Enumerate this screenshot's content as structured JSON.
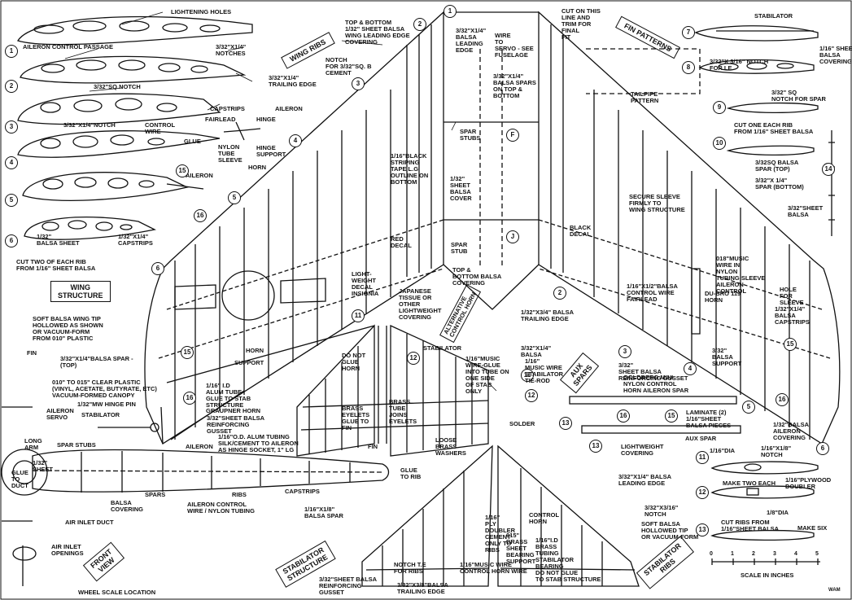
{
  "callouts": {
    "lightening_holes": "LIGHTENING HOLES",
    "aileron_control_passage": "AILERON CONTROL PASSAGE",
    "notches_3_32_1_4": "3/32\"X1/4\"\nNOTCHES",
    "trailing_edge_3_32_1_4": "3/32\"X1/4\"\nTRAILING EDGE",
    "sq_notch": "3/32\"SQ NOTCH",
    "capstrips": "CAPSTRIPS",
    "aileron_1": "AILERON",
    "hinge": "HINGE",
    "notch_3_32_1_4": "3/32\"X1/4\"NOTCH",
    "control_wire": "CONTROL\nWIRE",
    "fairlead": "FAIRLEAD",
    "glue": "GLUE",
    "hinge_support": "HINGE\nSUPPORT",
    "nylon_tube_sleeve": "NYLON\nTUBE\nSLEEVE",
    "horn_1": "HORN",
    "aileron_2": "AILERON",
    "balsa_sheet_1_32": "1/32\"\nBALSA SHEET",
    "capstrips_1_32": "1/32\"X1/4\"\nCAPSTRIPS",
    "cut_two": "CUT TWO OF EACH RIB\nFROM 1/16\" SHEET BALSA",
    "soft_balsa_tip": "SOFT BALSA WING TIP\nHOLLOWED AS SHOWN\nOR VACUUM-FORM\nFROM 010\" PLASTIC",
    "fin_left": "FIN",
    "spar_top": "3/32\"X1/4\"BALSA SPAR -\n(TOP)",
    "clear_plastic": "010\" TO 015\" CLEAR PLASTIC\n(VINYL, ACETATE, BUTYRATE, ETC)\nVACUUM-FORMED CANOPY",
    "hinge_pin": "1/32\"MW HINGE PIN",
    "aileron_servo": "AILERON\nSERVO",
    "stabilator_left": "STABILATOR",
    "long_arm": "LONG\nARM",
    "aileron_3": "AILERON",
    "spar_stubs_left": "SPAR STUBS",
    "sheet_1_32": "1/32\"\nSHEET",
    "glue_to_duct": "GLUE\nTO\nDUCT",
    "balsa_covering": "BALSA\nCOVERING",
    "spars": "SPARS",
    "ribs": "RIBS",
    "capstrips_2": "CAPSTRIPS",
    "aileron_control_wire": "AILERON CONTROL\nWIRE / NYLON TUBING",
    "air_inlet_duct": "AIR INLET DUCT",
    "air_inlet_openings": "AIR INLET\nOPENINGS",
    "wheel_scale": "WHEEL SCALE LOCATION",
    "notch_sq_b": "NOTCH\nFOR 3/32\"SQ. B\nCEMENT",
    "top_bottom_sheet": "TOP & BOTTOM\n1/32\" SHEET BALSA\nWING LEADING EDGE\nCOVERING",
    "balsa_leading_edge": "3/32\"X1/4\"\nBALSA\nLEADING\nEDGE",
    "spar_stubs_center": "SPAR\nSTUBS",
    "striping_tape": "1/16\"BLACK\nSTRIPING\nTAPE L.G\nOUTLINE ON\nBOTTOM",
    "sheet_balsa_cover": "1/32\"\nSHEET\nBALSA\nCOVER",
    "red_decal": "RED\nDECAL",
    "spar_stub": "SPAR\nSTUB",
    "top_bottom_cover": "TOP & \nBOTTOM BALSA\nCOVERING",
    "light_weight_decal": "LIGHT-\nWEIGHT\nDECAL\nINSIGNIA",
    "japanese_tissue": "JAPANESE\nTISSUE OR\nOTHER\nLIGHTWEIGHT\nCOVERING",
    "alt_control_horn": "ALTERNATIVE\nCONTROL HORN",
    "horn_2": "HORN",
    "support": "SUPPORT",
    "wire_to_servo": "WIRE\nTO\nSERVO - SEE\nFUSELAGE",
    "balsa_spars": "3/32\"X1/4\"\nBALSA SPARS\nON TOP &\nBOTTOM",
    "black_decal": "BLACK\nDECAL",
    "cut_on_line": "CUT ON THIS\nLINE AND\nTRIM FOR\nFINAL\nFIT",
    "tailpipe_pattern": "TAILPIPE\nPATTERN",
    "secure_sleeve": "SECURE SLEEVE\nFIRMLY TO\nWING STRUCTURE",
    "music_wire_sleeve": "018\"MUSIC\nWIRE IN\nNYLON\nTUBING SLEEVE\nAILERON\nCONTROL",
    "control_wire_fairlead": "1/16\"X1/2\"BALSA\nCONTROL WIRE\nFAIRLEAD",
    "du_bro_horn": "DU-BRO 119\nHORN",
    "hole_for_sleeve": "HOLE\nFOR\nSLEEVE",
    "balsa_capstrips": "1/32\"X1/4\"\nBALSA\nCAPSTRIPS",
    "trailing_edge_1_32": "1/32\"X3/4\" BALSA\nTRAILING EDGE",
    "reinforcing_gusset_wing": "3/32\"\nSHEET BALSA\nREINFORCING GUSSET",
    "balsa_support": "3/32\"\nBALSA\nSUPPORT",
    "stabilator_top": "STABILATOR",
    "sheet_balsa_covering": "1/16\" SHEET\nBALSA\nCOVERING",
    "notch_for_le": "3/32\"X 3/16\" NOTCH\nFOR LE",
    "notch_for_spar": "3/32\" SQ\nNOTCH FOR SPAR",
    "cut_one_each": "CUT ONE EACH RIB\nFROM 1/16\" SHEET BALSA",
    "spar_top_sq": "3/32SQ BALSA\nSPAR (TOP)",
    "spar_bottom": "3/32\"X 1/4\"\nSPAR (BOTTOM)",
    "sheet_balsa_14": "3/32\"SHEET\nBALSA",
    "do_not_glue": "DO NOT\nGLUE\nHORN",
    "stabilator_mid": "STABILATOR",
    "music_wire_glue": "1/16\"MUSIC\nWIRE-GLUE\nINTO TUBE ON\nONE SIDE\nOF STAB\nONLY",
    "alum_tube": "1/16\" I.D\nALUM TUBE\nGLUE TO STAB\nSTRUCTURE",
    "graupner_horn": "GRAUPNER HORN",
    "reinforcing_gusset_3": "3/32\"SHEET BALSA\nREINFORCING\nGUSSET",
    "brass_eyelets": "BRASS\nEYELETS\nGLUE TO\nFIN",
    "brass_tube": "BRASS\nTUBE\nJOINS\nEYELETS",
    "alum_tubing": "1/16\"O.D. ALUM TUBING\nSILK/CEMENT TO AILERON\nAS HINGE SOCKET, 1\" LG",
    "fin_mid": "FIN",
    "balsa_3_32": "3/32\"X1/4\"\nBALSA",
    "stab_tie_rod": "1/16\"\nMUSIC WIRE\nSTABILATOR\nTIE-ROD",
    "goldberg_horn": "GOLDBERG MINI\nNYLON CONTROL\nHORN",
    "solder": "SOLDER",
    "loose_brass": "LOOSE\nBRASS\nWASHERS",
    "glue_to_rib": "GLUE\nTO RIB",
    "balsa_spar_1_16": "1/16\"X1/8\"\nBALSA SPAR",
    "ply_doubler": "1/16\"\nPLY\nDOUBLER\nCEMENT\nONLY TO\nRIBS",
    "brass_sheet": "015\"\nBRASS\nSHEET\nBEARING\nSUPPORT",
    "control_horn": "CONTROL\nHORN",
    "brass_tubing_bearing": "1/16\"I.D\nBRASS\nTUBING\nSTABILATOR\nBEARING\nDO NOT GLUE\nTO STAB STRUCTURE",
    "notch_te": "NOTCH T.E\nFOR RIBS",
    "horn_wire": "1/16\"MUSIC WIRE\nCONTROL HORN WIRE",
    "reinforcing_gusset_stab": "3/32\"SHEET BALSA\nREINFORCING\nGUSSET",
    "trailing_edge_3_8": "3/32\"X3/8\"BALSA\nTRAILING EDGE",
    "aileron_spar": "AILERON SPAR",
    "laminate": "LAMINATE (2)\n1/16\"SHEET\nBALSA PIECES",
    "aux_spar": "AUX SPAR",
    "aileron_covering": "1/32\"BALSA\nAILERON\nCOVERING",
    "lightweight_covering": "LIGHTWEIGHT\nCOVERING",
    "dia_1_16": "1/16\"DIA",
    "notch_1_16_1_8": "1/16\"X1/8\"\nNOTCH",
    "leading_edge_3_32": "3/32\"X1/4\" BALSA\nLEADING EDGE",
    "make_two_each": "MAKE TWO EACH",
    "plywood_doubler": "1/16\"PLYWOOD\nDOUBLER",
    "notch_3_32_3_16": "3/32\"X3/16\"\nNOTCH",
    "dia_1_8": "1/8\"DIA",
    "cut_ribs": "CUT RIBS FROM\n1/16\"SHEET BALSA",
    "make_six": "MAKE SIX",
    "soft_balsa_stab": "SOFT BALSA\nHOLLOWED TIP\nOR VACUUM-FORM",
    "scale_label": "SCALE IN INCHES",
    "signature": "WAM"
  },
  "arrows": {
    "wing_ribs": "WING RIBS",
    "fin_patterns": "FIN PATTERNS",
    "wing_structure": "WING\nSTRUCTURE",
    "aux_spars": "AUX\nSPARS",
    "front_view": "FRONT\nVIEW",
    "stabilator_structure": "STABILATOR\nSTRUCTURE",
    "stabilator_ribs": "STABILATOR\nRIBS"
  },
  "rib_numbers": [
    "1",
    "2",
    "3",
    "4",
    "5",
    "6"
  ],
  "wing_numbers": [
    "1",
    "2",
    "3",
    "4",
    "5",
    "6"
  ],
  "stab_numbers": [
    "11",
    "12",
    "13"
  ],
  "fin_numbers": [
    "7",
    "8",
    "9",
    "10",
    "14",
    "15",
    "16"
  ],
  "stations": [
    "F",
    "J"
  ],
  "scale_ticks": [
    "0",
    "1",
    "2",
    "3",
    "4",
    "5"
  ]
}
